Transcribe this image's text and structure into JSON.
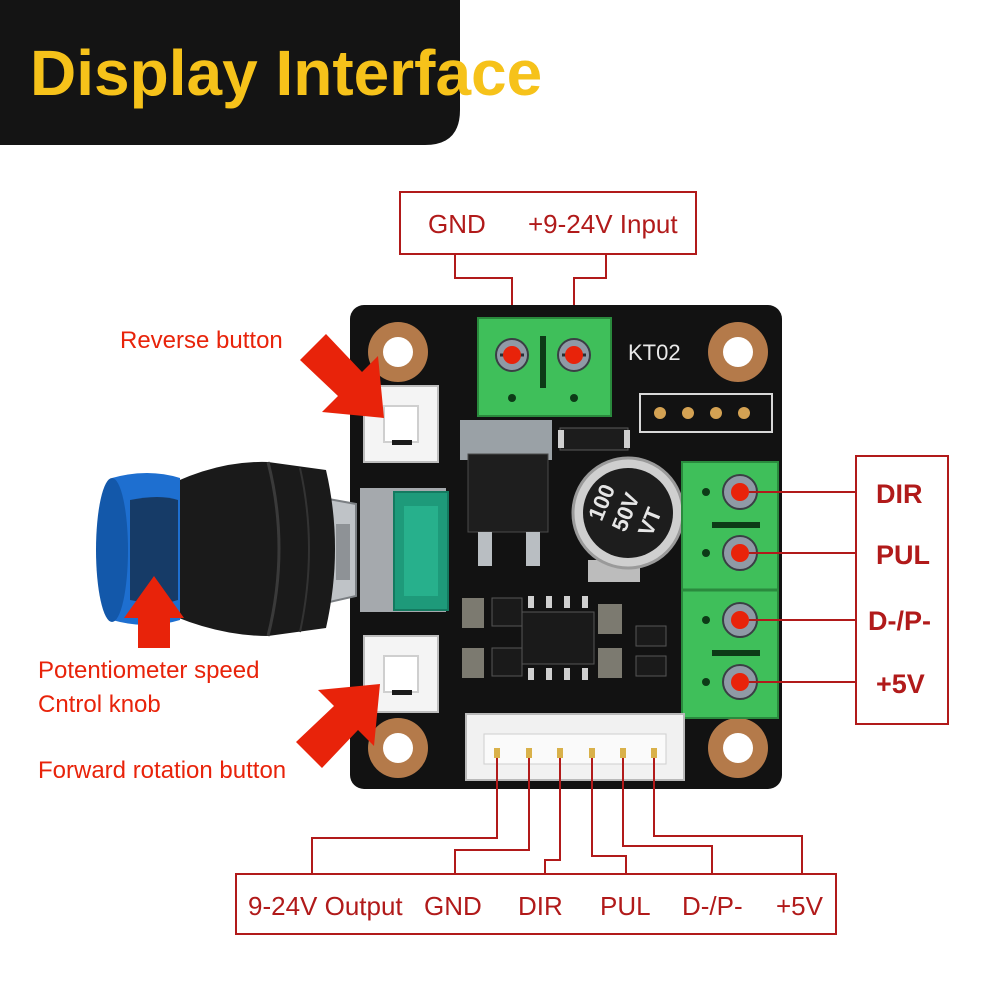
{
  "title": "Display Interface",
  "board_model": "KT02",
  "capacitor_marking": {
    "line1": "100",
    "line2": "50V",
    "line3": "VT"
  },
  "power_input": {
    "gnd": "GND",
    "input": "+9-24V Input"
  },
  "signal_terminals": [
    "DIR",
    "PUL",
    "D-/P-",
    "+5V"
  ],
  "output_pins": [
    "9-24V Output",
    "GND",
    "DIR",
    "PUL",
    "D-/P-",
    "+5V"
  ],
  "callouts": {
    "reverse": "Reverse button",
    "knob_line1": "Potentiometer speed",
    "knob_line2": "Cntrol knob",
    "forward": "Forward rotation button"
  },
  "colors": {
    "title_yellow": "#f6c21a",
    "title_bg": "#141414",
    "callout_red": "#e8230a",
    "box_red": "#b11a1a",
    "terminal_green": "#3fbf5a",
    "pcb": "#121212",
    "knob_blue": "#1e6fd0"
  },
  "icons": [
    "arrow-icon",
    "screw-terminal-icon",
    "mounting-hole-icon"
  ]
}
